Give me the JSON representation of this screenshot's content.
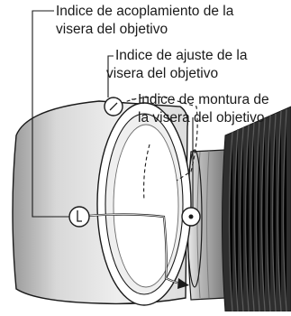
{
  "labels": {
    "attachment_index_line1": "Indice de acoplamiento de la",
    "attachment_index_line2": "visera del objetivo",
    "adjustment_index_line1": "Indice de ajuste de la",
    "adjustment_index_line2": "visera del objetivo",
    "mount_index_line1": "Indice de montura de",
    "mount_index_line2": "la visera del objetivo"
  },
  "colors": {
    "line": "#1a1a1a",
    "hood_light": "#f2f2f2",
    "hood_mid": "#cfcfcf",
    "hood_dark": "#8a8a8a",
    "lens_dark": "#2b2b2b",
    "lens_grip": "#3a3a3a"
  },
  "icons": [
    "index-mark-icon",
    "index-dot-icon",
    "rotation-arrow-icon"
  ]
}
